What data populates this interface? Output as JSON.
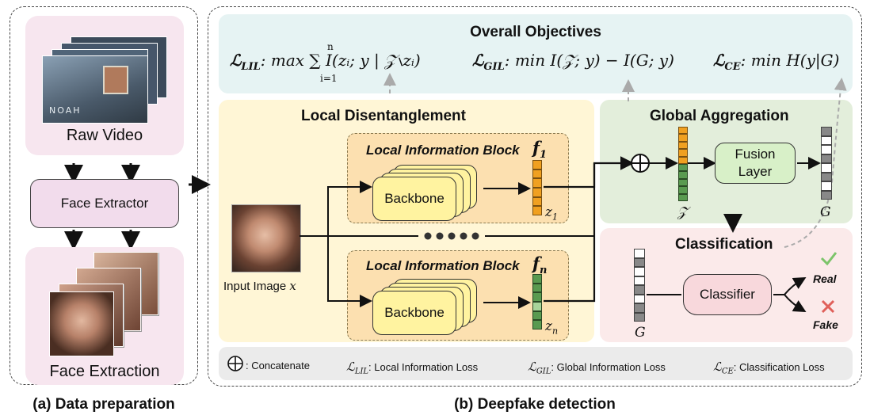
{
  "panel_a": {
    "caption": "(a) Data preparation",
    "raw_video": "Raw Video",
    "face_extractor": "Face Extractor",
    "face_extraction": "Face Extraction",
    "video_watermark": "NOAH"
  },
  "panel_b": {
    "caption": "(b) Deepfake detection",
    "objectives": {
      "title": "Overall Objectives",
      "lil_label": "ℒ",
      "lil_sub": "LIL",
      "lil_expr": ": max ∑ I(zᵢ; y | 𝒵∖zᵢ)",
      "lil_sum_top": "n",
      "lil_sum_bottom": "i=1",
      "gil_label": "ℒ",
      "gil_sub": "GIL",
      "gil_expr": ":  min I(𝒵; y) − I(G; y)",
      "ce_label": "ℒ",
      "ce_sub": "CE",
      "ce_expr": ":  min H(y|G)"
    },
    "local": {
      "title": "Local Disentanglement",
      "input_label": "Input Image",
      "input_var": "x",
      "block1_title": "Local Information Block",
      "block1_feat": "f",
      "block1_feat_sub": "1",
      "block1_backbone": "Backbone",
      "block1_z": "z",
      "block1_z_sub": "1",
      "blockn_title": "Local Information Block",
      "blockn_feat": "f",
      "blockn_feat_sub": "n",
      "blockn_backbone": "Backbone",
      "blockn_z": "z",
      "blockn_z_sub": "n"
    },
    "global": {
      "title": "Global Aggregation",
      "fusion_line1": "Fusion",
      "fusion_line2": "Layer",
      "z_label": "𝒵",
      "g_label": "G"
    },
    "classification": {
      "title": "Classification",
      "classifier": "Classifier",
      "real": "Real",
      "fake": "Fake",
      "g_label": "G"
    },
    "legend": {
      "concat": ": Concatenate",
      "lil_sym": "ℒ",
      "lil_sub": "LIL",
      "lil_text": ":  Local Information Loss",
      "gil_sym": "ℒ",
      "gil_sub": "GIL",
      "gil_text": ":  Global Information Loss",
      "ce_sym": "ℒ",
      "ce_sub": "CE",
      "ce_text": ":  Classification Loss"
    }
  },
  "colors": {
    "orange_feature": "#f0a020",
    "green_feature": "#5a9a50",
    "check": "#7cc46a",
    "cross": "#e0605a"
  }
}
